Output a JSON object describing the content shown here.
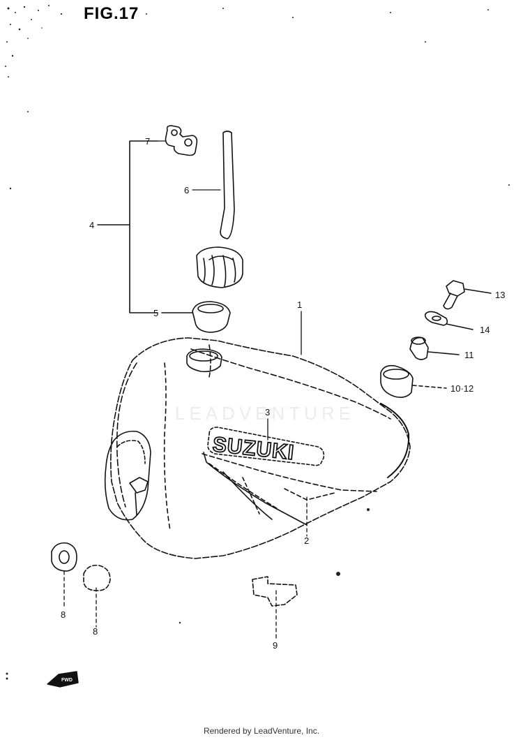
{
  "figure_title": "FIG.17",
  "callouts": {
    "c1": "1",
    "c2": "2",
    "c3": "3",
    "c4": "4",
    "c5": "5",
    "c6": "6",
    "c7": "7",
    "c8a": "8",
    "c8b": "8",
    "c9": "9",
    "c10_12": "10·12",
    "c11": "11",
    "c13": "13",
    "c14": "14"
  },
  "tank_logo": "SUZUKI",
  "front_arrow": "FWD",
  "watermark": "LEADVENTURE",
  "footer": "Rendered by LeadVenture, Inc.",
  "colors": {
    "line": "#111111",
    "background": "#ffffff",
    "watermark": "#969696"
  }
}
